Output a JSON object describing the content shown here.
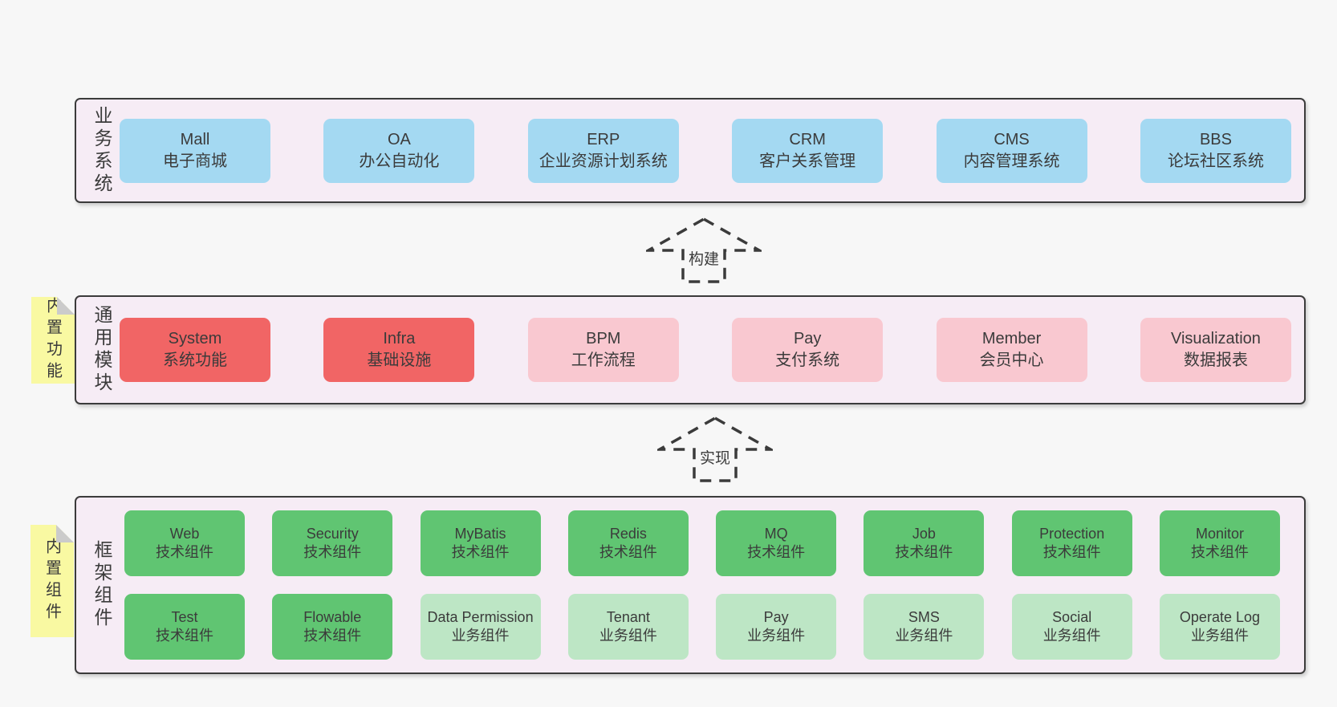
{
  "colors": {
    "page_bg": "#f7f7f7",
    "band_bg": "#f6ecf5",
    "band_border": "#3b3b3b",
    "text": "#3b3b3b",
    "blue": "#a4d9f2",
    "red": "#f16565",
    "pink": "#f9c8d0",
    "green_dark": "#60c572",
    "green_light": "#bde6c5",
    "sticky_yellow": "#f9f9a2",
    "sticky_fold": "#cbcbcb"
  },
  "arrows": [
    {
      "label": "构建"
    },
    {
      "label": "实现"
    }
  ],
  "bands": [
    {
      "label": "业务系统",
      "rows": [
        [
          {
            "title": "Mall",
            "subtitle": "电子商城",
            "variant": "blue"
          },
          {
            "title": "OA",
            "subtitle": "办公自动化",
            "variant": "blue"
          },
          {
            "title": "ERP",
            "subtitle": "企业资源计划系统",
            "variant": "blue"
          },
          {
            "title": "CRM",
            "subtitle": "客户关系管理",
            "variant": "blue"
          },
          {
            "title": "CMS",
            "subtitle": "内容管理系统",
            "variant": "blue"
          },
          {
            "title": "BBS",
            "subtitle": "论坛社区系统",
            "variant": "blue"
          }
        ]
      ]
    },
    {
      "label": "通用模块",
      "sticky": "内置功能",
      "rows": [
        [
          {
            "title": "System",
            "subtitle": "系统功能",
            "variant": "red"
          },
          {
            "title": "Infra",
            "subtitle": "基础设施",
            "variant": "red"
          },
          {
            "title": "BPM",
            "subtitle": "工作流程",
            "variant": "pink"
          },
          {
            "title": "Pay",
            "subtitle": "支付系统",
            "variant": "pink"
          },
          {
            "title": "Member",
            "subtitle": "会员中心",
            "variant": "pink"
          },
          {
            "title": "Visualization",
            "subtitle": "数据报表",
            "variant": "pink"
          }
        ]
      ]
    },
    {
      "label": "框架组件",
      "sticky": "内置组件",
      "rows": [
        [
          {
            "title": "Web",
            "subtitle": "技术组件",
            "variant": "green-dark"
          },
          {
            "title": "Security",
            "subtitle": "技术组件",
            "variant": "green-dark"
          },
          {
            "title": "MyBatis",
            "subtitle": "技术组件",
            "variant": "green-dark"
          },
          {
            "title": "Redis",
            "subtitle": "技术组件",
            "variant": "green-dark"
          },
          {
            "title": "MQ",
            "subtitle": "技术组件",
            "variant": "green-dark"
          },
          {
            "title": "Job",
            "subtitle": "技术组件",
            "variant": "green-dark"
          },
          {
            "title": "Protection",
            "subtitle": "技术组件",
            "variant": "green-dark"
          },
          {
            "title": "Monitor",
            "subtitle": "技术组件",
            "variant": "green-dark"
          }
        ],
        [
          {
            "title": "Test",
            "subtitle": "技术组件",
            "variant": "green-dark"
          },
          {
            "title": "Flowable",
            "subtitle": "技术组件",
            "variant": "green-dark"
          },
          {
            "title": "Data Permission",
            "subtitle": "业务组件",
            "variant": "green-light"
          },
          {
            "title": "Tenant",
            "subtitle": "业务组件",
            "variant": "green-light"
          },
          {
            "title": "Pay",
            "subtitle": "业务组件",
            "variant": "green-light"
          },
          {
            "title": "SMS",
            "subtitle": "业务组件",
            "variant": "green-light"
          },
          {
            "title": "Social",
            "subtitle": "业务组件",
            "variant": "green-light"
          },
          {
            "title": "Operate Log",
            "subtitle": "业务组件",
            "variant": "green-light"
          }
        ]
      ]
    }
  ]
}
